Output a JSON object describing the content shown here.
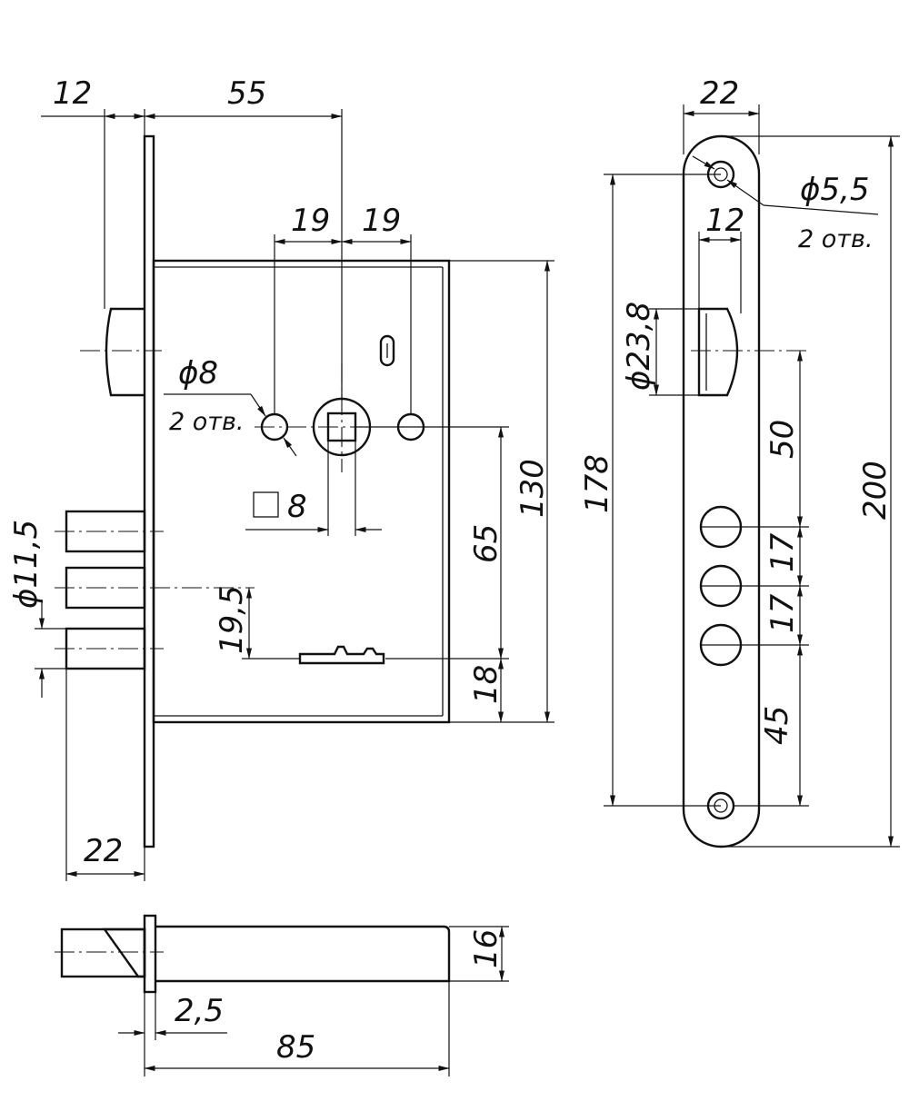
{
  "dimensions": {
    "faceplate_offset": "12",
    "backset": "55",
    "hole_left": "19",
    "hole_right": "19",
    "mount_hole_dia": "ϕ8",
    "mount_hole_count": "2 отв.",
    "spindle_square": "8",
    "case_height": "130",
    "spindle_to_key": "65",
    "key_to_bottom": "18",
    "bolt_pitch": "19,5",
    "bolt_dia": "ϕ11,5",
    "bolt_throw": "22",
    "strike_width": "22",
    "screw_hole_dia": "ϕ5,5",
    "screw_hole_count": "2 отв.",
    "latch_width": "12",
    "latch_hole_dia": "ϕ23,8",
    "screw_spacing": "178",
    "plate_length": "200",
    "latch_to_bolt": "50",
    "bolt_spacing_1": "17",
    "bolt_spacing_2": "17",
    "bolt_to_screw": "45",
    "case_thickness": "16",
    "plate_thickness": "2,5",
    "case_depth": "85"
  }
}
